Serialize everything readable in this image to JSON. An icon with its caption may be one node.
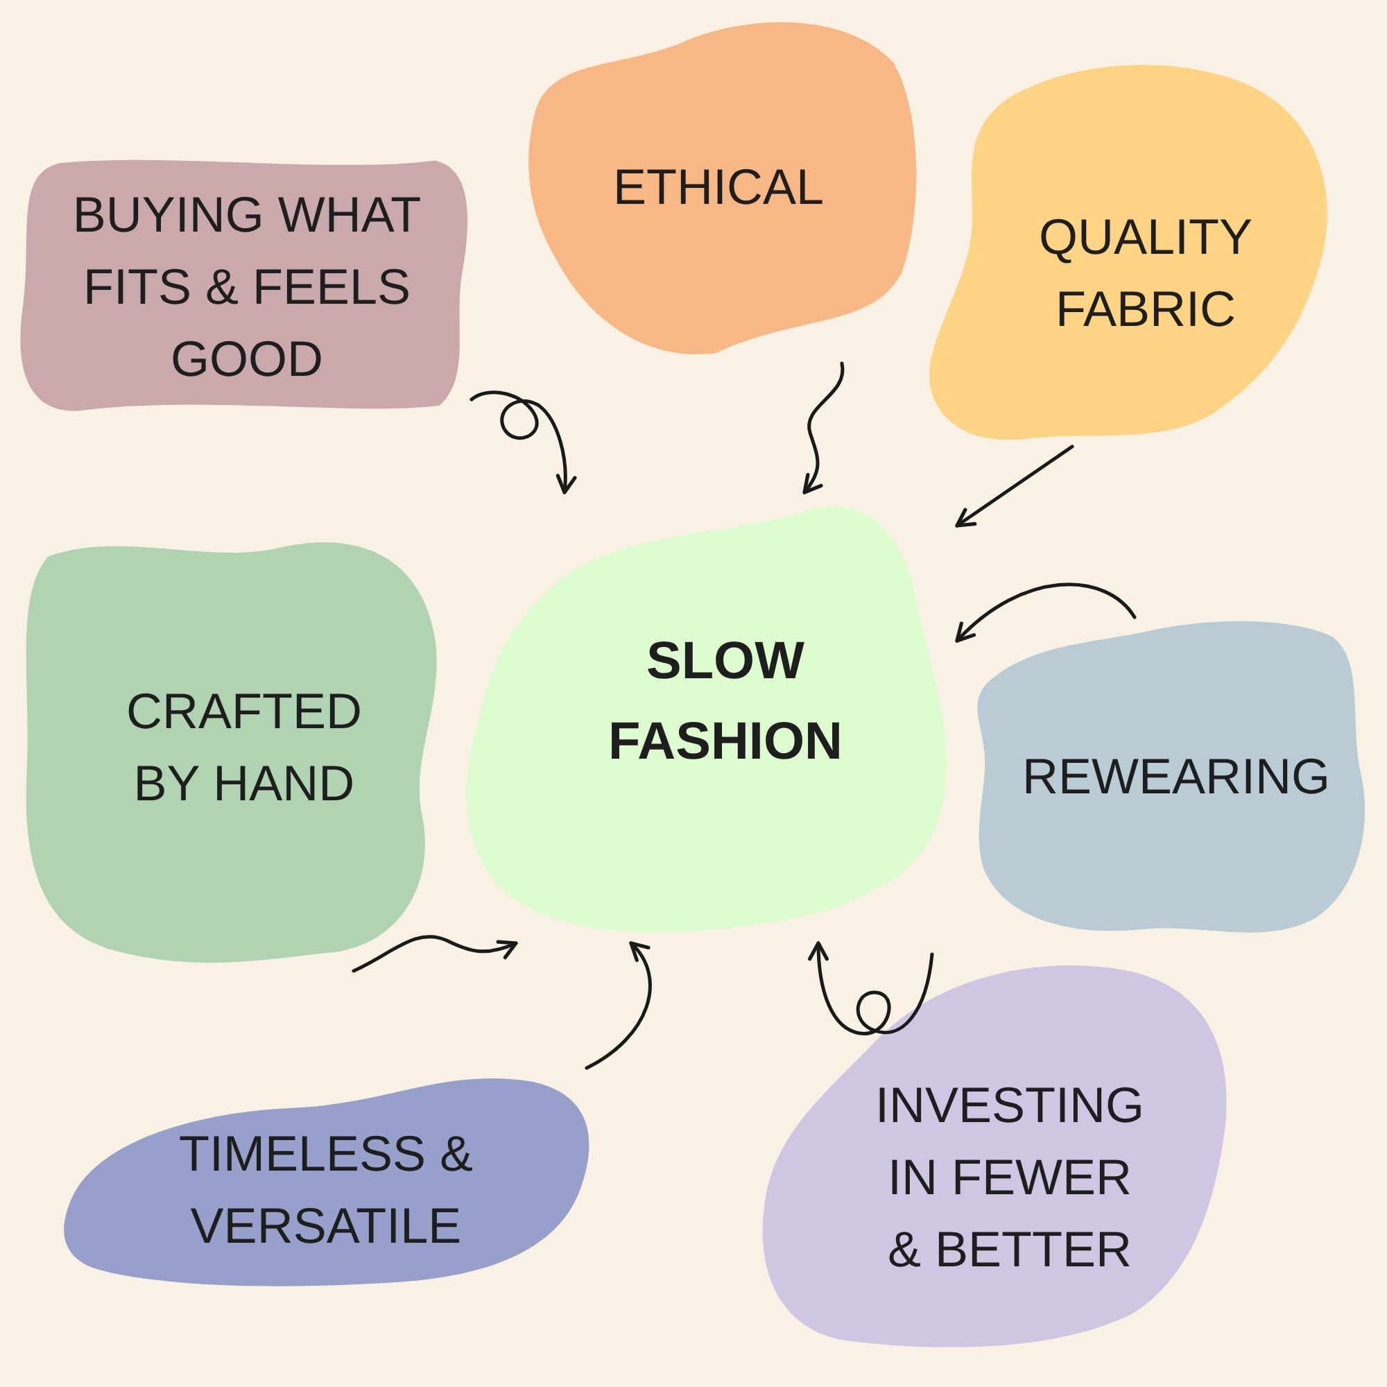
{
  "diagram": {
    "nodes": [
      {
        "text": [
          "BUYING WHAT FITS & FEELS GOOD"
        ]
      },
      {
        "text": [
          "ETHICAL"
        ]
      },
      {
        "text": [
          "QUALITY FABRIC"
        ]
      },
      {
        "text": [
          "CRAFTED BY HAND"
        ]
      },
      {
        "text": [
          "SLOW FASHION"
        ]
      },
      {
        "text": [
          "REWEARING"
        ]
      },
      {
        "text": [
          "TIMELESS & VERSATILE"
        ]
      },
      {
        "text": [
          "INVESTING IN FEWER & BETTER"
        ]
      }
    ],
    "edges": [
      {
        "from": 0,
        "to": 4,
        "arrow": "to"
      },
      {
        "from": 1,
        "to": 4,
        "arrow": "to"
      },
      {
        "from": 2,
        "to": 4,
        "arrow": "to"
      },
      {
        "from": 3,
        "to": 4,
        "arrow": "to"
      },
      {
        "from": 5,
        "to": 4,
        "arrow": "to"
      },
      {
        "from": 6,
        "to": 4,
        "arrow": "to"
      },
      {
        "from": 7,
        "to": 4,
        "arrow": "to"
      }
    ]
  }
}
